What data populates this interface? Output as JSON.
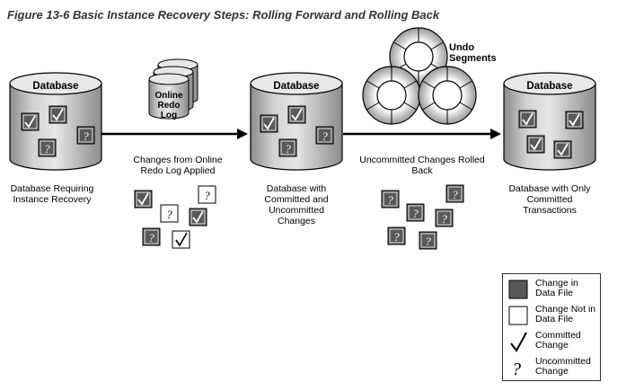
{
  "figure_title": "Figure 13-6 Basic Instance Recovery Steps: Rolling Forward and Rolling Back",
  "database_label": "Database",
  "redo_log_label": "Online Redo Log",
  "undo_label": "Undo Segments",
  "captions": {
    "db1": "Database Requiring Instance Recovery",
    "applied": "Changes from Online Redo Log Applied",
    "db2": "Database with Committed and Uncommitted Changes",
    "rolled_back": "Uncommitted Changes Rolled Back",
    "db3": "Database with Only Committed Transactions"
  },
  "legend": {
    "changed": "Change in Data File",
    "not_changed": "Change Not in Data File",
    "committed": "Committed Change",
    "uncommitted": "Uncommitted Change"
  },
  "colors": {
    "dark_box": "#595959",
    "db_top": "#d9d9d9",
    "db_body": "#bfbfbf",
    "outline": "#000000"
  }
}
